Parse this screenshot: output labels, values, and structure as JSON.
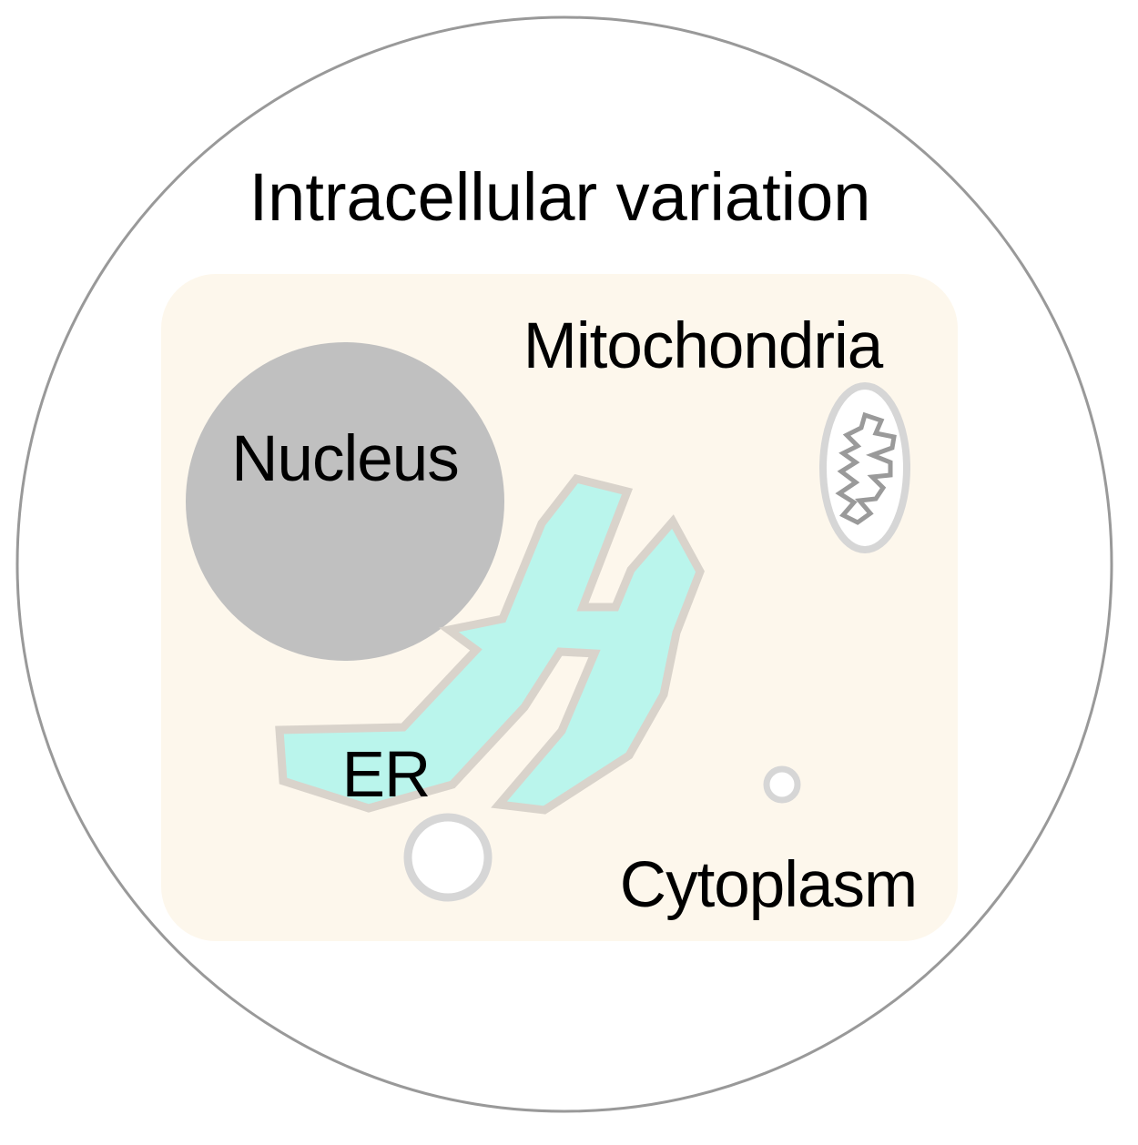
{
  "title": "Intracellular variation",
  "labels": {
    "mitochondria": "Mitochondria",
    "nucleus": "Nucleus",
    "er": "ER",
    "cytoplasm": "Cytoplasm"
  },
  "colors": {
    "outer_ring": "#999999",
    "cytoplasm_fill": "#FDF7EC",
    "nucleus_fill": "#C0C0C0",
    "er_fill": "#BAF5EC",
    "er_stroke": "#D9D3CB",
    "vesicle_stroke": "#D6D6D6",
    "mito_cristae": "#9A9A9A"
  }
}
